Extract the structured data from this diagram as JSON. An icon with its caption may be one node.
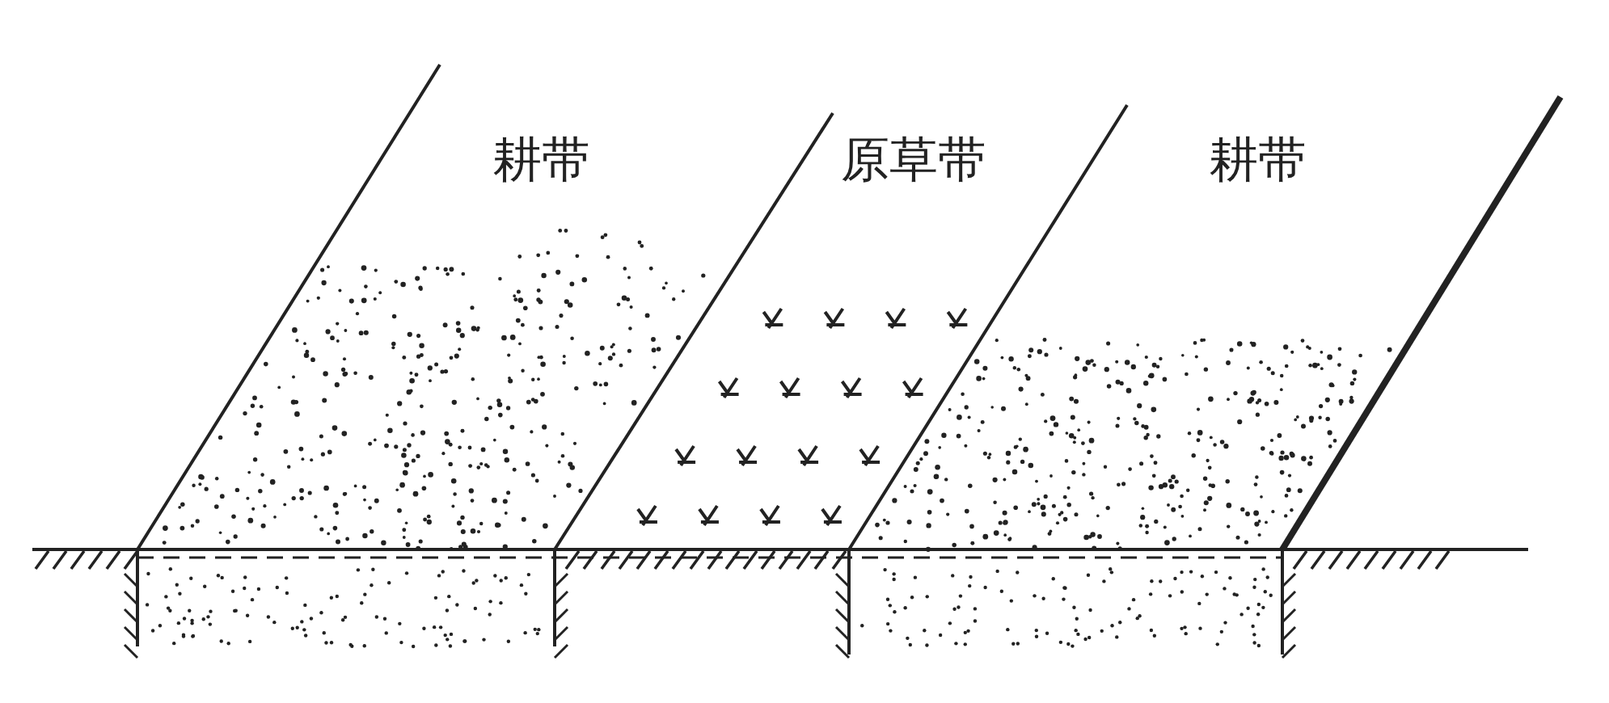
{
  "diagram": {
    "labels": [
      "耕带",
      "原草带",
      "耕带"
    ]
  }
}
